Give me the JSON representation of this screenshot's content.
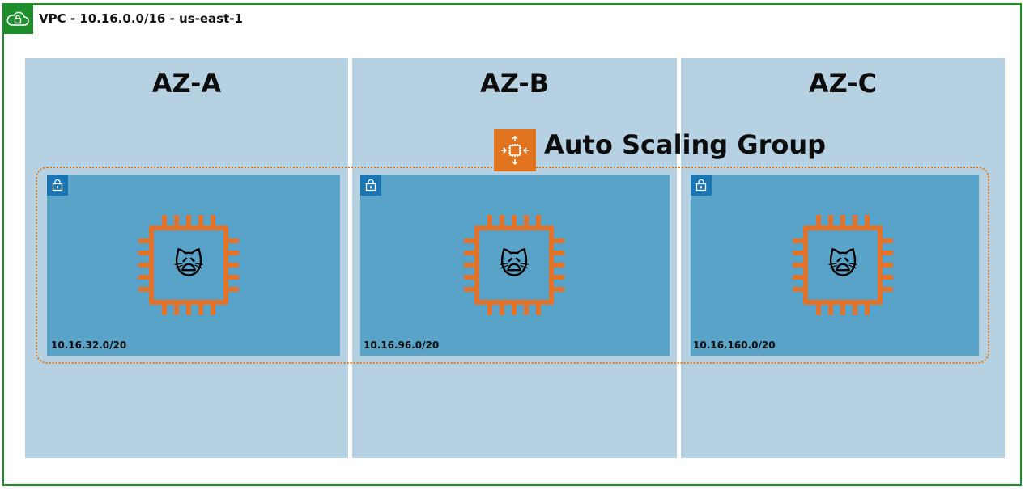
{
  "vpc": {
    "title": "VPC - 10.16.0.0/16 - us-east-1",
    "icon": "vpc-cloud-lock-icon",
    "border_color": "#1d8e2a"
  },
  "availability_zones": [
    {
      "label": "AZ-A",
      "subnet": {
        "cidr": "10.16.32.0/20",
        "icon": "subnet-lock-icon",
        "instance_icon": "ec2-instance-chip-icon",
        "instance_emoji": "🙀"
      }
    },
    {
      "label": "AZ-B",
      "subnet": {
        "cidr": "10.16.96.0/20",
        "icon": "subnet-lock-icon",
        "instance_icon": "ec2-instance-chip-icon",
        "instance_emoji": "🙀"
      }
    },
    {
      "label": "AZ-C",
      "subnet": {
        "cidr": "10.16.160.0/20",
        "icon": "subnet-lock-icon",
        "instance_icon": "ec2-instance-chip-icon",
        "instance_emoji": "🙀"
      }
    }
  ],
  "auto_scaling_group": {
    "title": "Auto Scaling Group",
    "icon": "auto-scaling-icon",
    "color": "#e2731f"
  },
  "colors": {
    "az_background": "#b5d1e2",
    "subnet_background": "#5aa3c8",
    "chip_color": "#e0722c"
  }
}
